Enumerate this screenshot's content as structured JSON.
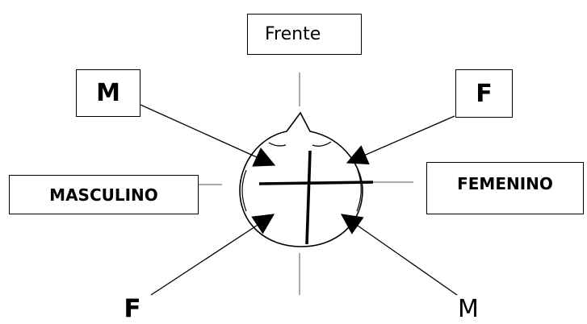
{
  "labels": {
    "front": "Frente",
    "top_left": "M",
    "top_right": "F",
    "left": "MASCULINO",
    "right": "FEMENINO",
    "bottom_left": "F",
    "bottom_right": "M"
  },
  "colors": {
    "ink": "#000000",
    "guide_line": "#555555",
    "background": "#ffffff"
  }
}
